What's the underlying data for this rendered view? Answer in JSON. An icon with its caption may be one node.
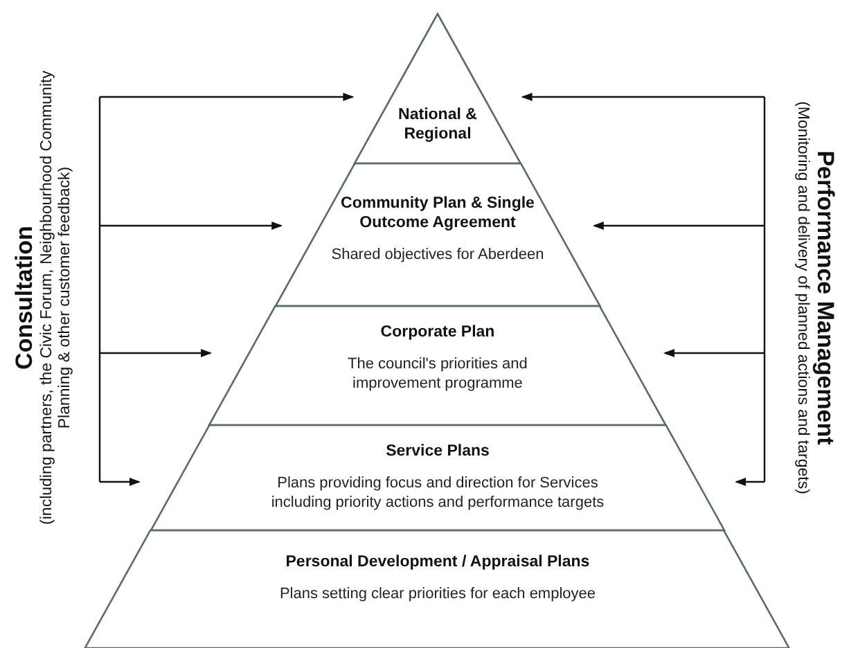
{
  "diagram": {
    "nodes": [
      {
        "text": [
          "Consultation",
          "(including partners, the Civic Forum, Neighbourhood Community Planning & other customer feedback)"
        ]
      },
      {
        "text": [
          "Performance Management",
          "(Monitoring and delivery of planned actions and targets)"
        ]
      },
      {
        "text": [
          "National & Regional"
        ]
      },
      {
        "text": [
          "Community Plan & Single Outcome Agreement",
          "Shared objectives for Aberdeen"
        ]
      },
      {
        "text": [
          "Corporate Plan",
          "The council's priorities and improvement programme"
        ]
      },
      {
        "text": [
          "Service Plans",
          "Plans providing focus and direction for Services including priority actions and performance targets"
        ]
      },
      {
        "text": [
          "Personal Development / Appraisal Plans",
          "Plans setting clear priorities for each employee"
        ]
      }
    ],
    "edges": [
      {
        "from": 0,
        "to": 2,
        "arrow": "to"
      },
      {
        "from": 0,
        "to": 3,
        "arrow": "to"
      },
      {
        "from": 0,
        "to": 4,
        "arrow": "to"
      },
      {
        "from": 0,
        "to": 5,
        "arrow": "to"
      },
      {
        "from": 1,
        "to": 2,
        "arrow": "to"
      },
      {
        "from": 1,
        "to": 3,
        "arrow": "to"
      },
      {
        "from": 1,
        "to": 4,
        "arrow": "to"
      },
      {
        "from": 1,
        "to": 5,
        "arrow": "to"
      }
    ]
  }
}
